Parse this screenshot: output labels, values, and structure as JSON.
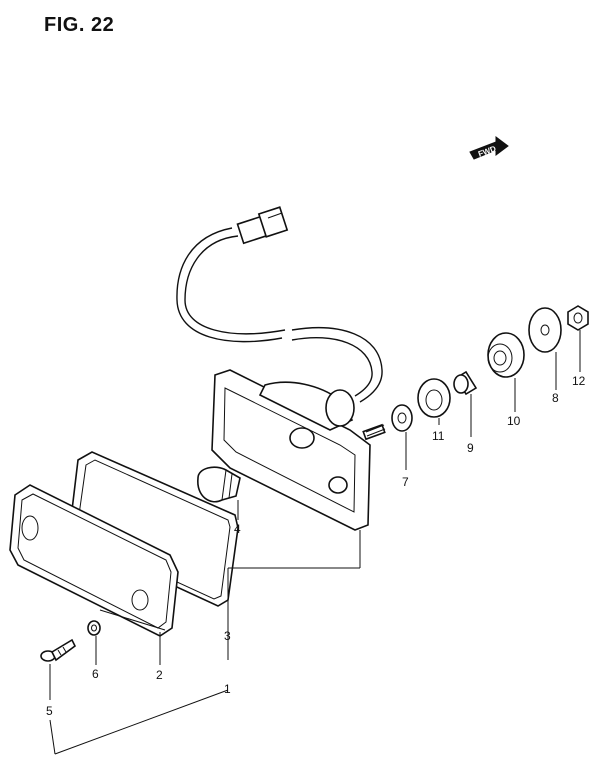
{
  "figure": {
    "title": "FIG. 22",
    "direction_label": "FWD"
  },
  "callouts": [
    {
      "id": "1",
      "label": "1"
    },
    {
      "id": "2",
      "label": "2"
    },
    {
      "id": "3",
      "label": "3"
    },
    {
      "id": "4",
      "label": "4"
    },
    {
      "id": "5",
      "label": "5"
    },
    {
      "id": "6",
      "label": "6"
    },
    {
      "id": "7",
      "label": "7"
    },
    {
      "id": "8",
      "label": "8"
    },
    {
      "id": "9",
      "label": "9"
    },
    {
      "id": "10",
      "label": "10"
    },
    {
      "id": "11",
      "label": "11"
    },
    {
      "id": "12",
      "label": "12"
    }
  ]
}
